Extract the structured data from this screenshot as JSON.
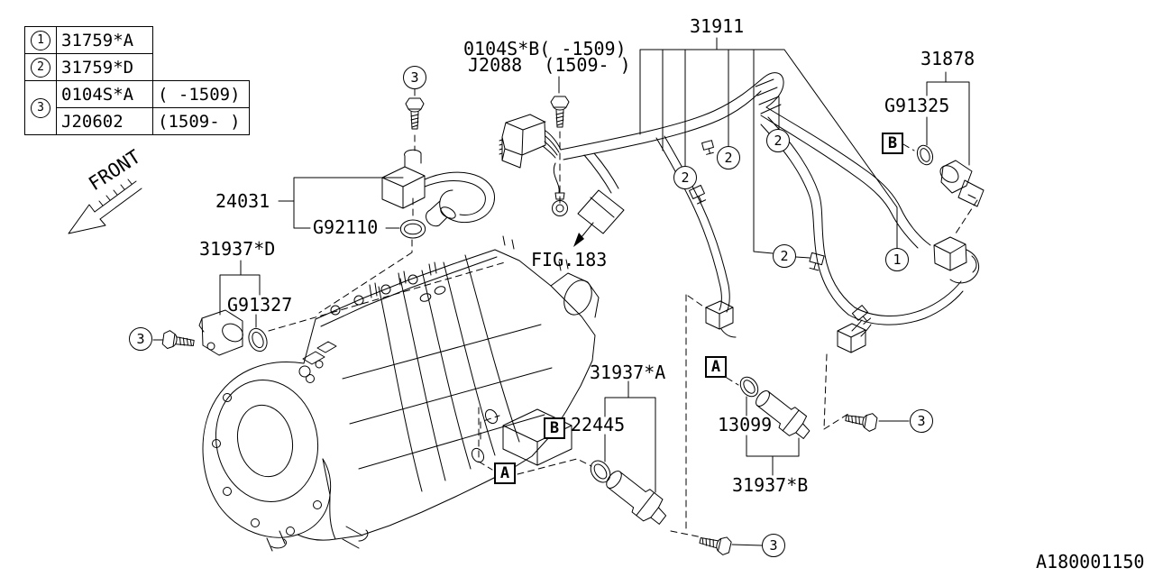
{
  "doc": {
    "id": "A180001150"
  },
  "legend": {
    "rows": [
      {
        "num": "1",
        "part": "31759*A",
        "range": ""
      },
      {
        "num": "2",
        "part": "31759*D",
        "range": ""
      },
      {
        "num": "3",
        "part": "0104S*A",
        "range": "( -1509)"
      },
      {
        "num": "3",
        "part": "J20602",
        "range": "(1509- )"
      }
    ]
  },
  "labels": {
    "front": "FRONT",
    "bolt_alt_line1": "0104S*B( -1509)",
    "bolt_alt_line2": "J2088  (1509- )",
    "harness": "31911",
    "switch_assy": "31878",
    "oring_switch": "G91325",
    "pipe_assy": "24031",
    "gasket_pipe": "G92110",
    "sensor_d": "31937*D",
    "oring_sensor_d": "G91327",
    "fig_ref": "FIG.183",
    "sensor_a": "31937*A",
    "speed_sensor": "22445",
    "oring_13099": "13099",
    "sensor_b": "31937*B"
  },
  "callouts": {
    "n1": "1",
    "n2": "2",
    "n3": "3"
  },
  "holes": {
    "a": "A",
    "b": "B"
  }
}
